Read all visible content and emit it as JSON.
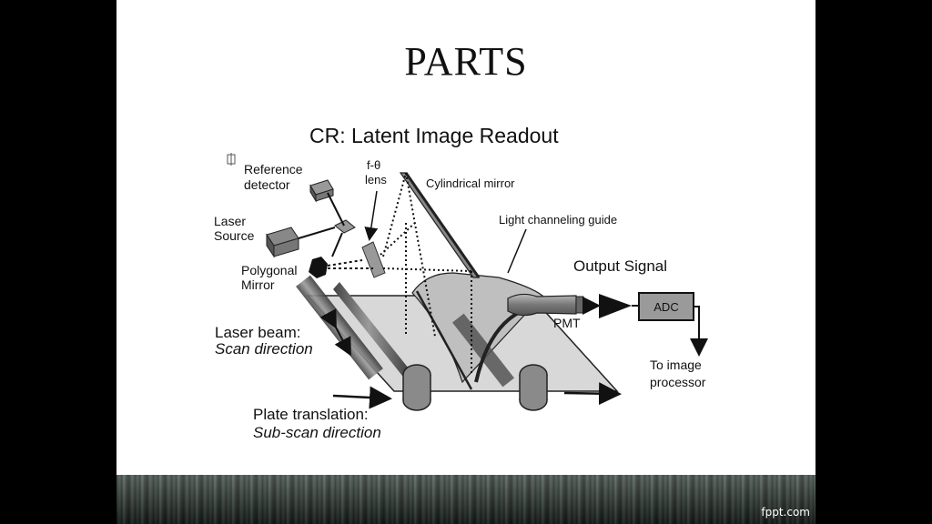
{
  "slide": {
    "title": "PARTS",
    "brand": "fppt.com"
  },
  "diagram": {
    "title": "CR:  Latent Image Readout",
    "labels": {
      "ref_detector_1": "Reference",
      "ref_detector_2": "detector",
      "f_theta_1": "f-θ",
      "f_theta_2": "lens",
      "cyl_mirror": "Cylindrical mirror",
      "light_guide": "Light channeling guide",
      "laser_source_1": "Laser",
      "laser_source_2": "Source",
      "polygonal_1": "Polygonal",
      "polygonal_2": "Mirror",
      "output_signal": "Output Signal",
      "adc": "ADC",
      "pmt": "PMT",
      "laser_beam": "Laser beam:",
      "scan_direction": "Scan direction",
      "to_image_1": "To image",
      "to_image_2": "processor",
      "plate_translation": "Plate translation:",
      "sub_scan": "Sub-scan direction"
    }
  }
}
